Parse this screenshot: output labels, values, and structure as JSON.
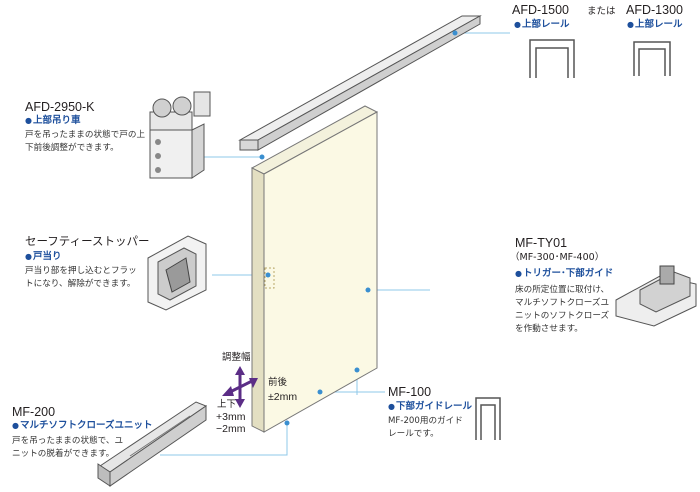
{
  "rail": {
    "code1": "AFD-1500",
    "or_text": "または",
    "code2": "AFD-1300",
    "name1": "上部レール",
    "name2": "上部レール"
  },
  "hanger": {
    "code": "AFD-2950-K",
    "name": "上部吊り車",
    "desc": "戸を吊ったままの状態で戸の上下前後調整ができます。"
  },
  "stopper": {
    "title": "セーフティーストッパー",
    "name": "戸当り",
    "desc": "戸当り部を押し込むとフラットになり、解除ができます。"
  },
  "trigger": {
    "code": "MF-TY01",
    "models": "（MF-300･MF-400）",
    "name": "トリガー･下部ガイド",
    "desc": "床の所定位置に取付け、マルチソフトクローズユニットのソフトクローズを作動させます。"
  },
  "adjust": {
    "title": "調整幅",
    "fb_label": "前後",
    "fb_value": "±2mm",
    "ud_label": "上下",
    "ud_value1": "+3mm",
    "ud_value2": "−2mm"
  },
  "guide": {
    "code": "MF-100",
    "name": "下部ガイドレール",
    "desc": "MF-200用のガイドレールです。"
  },
  "closer": {
    "code": "MF-200",
    "name": "マルチソフトクローズユニット",
    "desc": "戸を吊ったままの状態で、ユニットの脱着ができます。"
  },
  "colors": {
    "door_face": "#fbf9e4",
    "door_edge": "#e3dfc2",
    "leader": "#8fc8ea",
    "accent_blue": "#1d4f9c",
    "arrow_purple": "#5b2d86"
  }
}
